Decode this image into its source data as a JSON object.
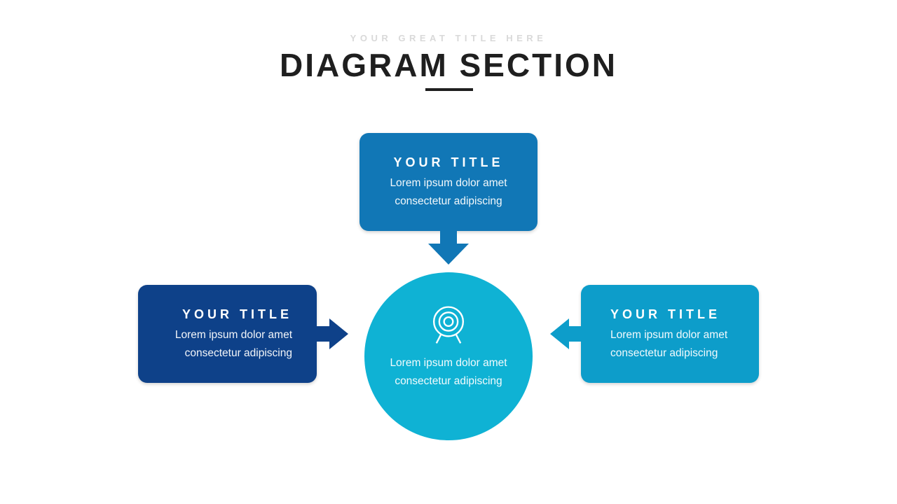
{
  "header": {
    "eyebrow": "YOUR GREAT TITLE HERE",
    "title": "DIAGRAM SECTION"
  },
  "diagram": {
    "top_box": {
      "title": "YOUR TITLE",
      "body": [
        "Lorem ipsum dolor amet",
        "consectetur adipiscing"
      ]
    },
    "left_box": {
      "title": "YOUR TITLE",
      "body": [
        "Lorem ipsum dolor amet",
        "consectetur adipiscing"
      ]
    },
    "right_box": {
      "title": "YOUR TITLE",
      "body": [
        "Lorem ipsum dolor amet",
        "consectetur adipiscing"
      ]
    },
    "center": {
      "icon": "target-icon",
      "body": [
        "Lorem ipsum dolor amet",
        "consectetur adipiscing"
      ]
    }
  },
  "colors": {
    "top_box": "#1177b6",
    "left_box": "#0e4189",
    "right_box": "#0d9dca",
    "center_circle": "#0fb2d4",
    "heading_text": "#1f1f1f",
    "eyebrow_text": "#d9d9d9",
    "box_text": "#ffffff"
  }
}
